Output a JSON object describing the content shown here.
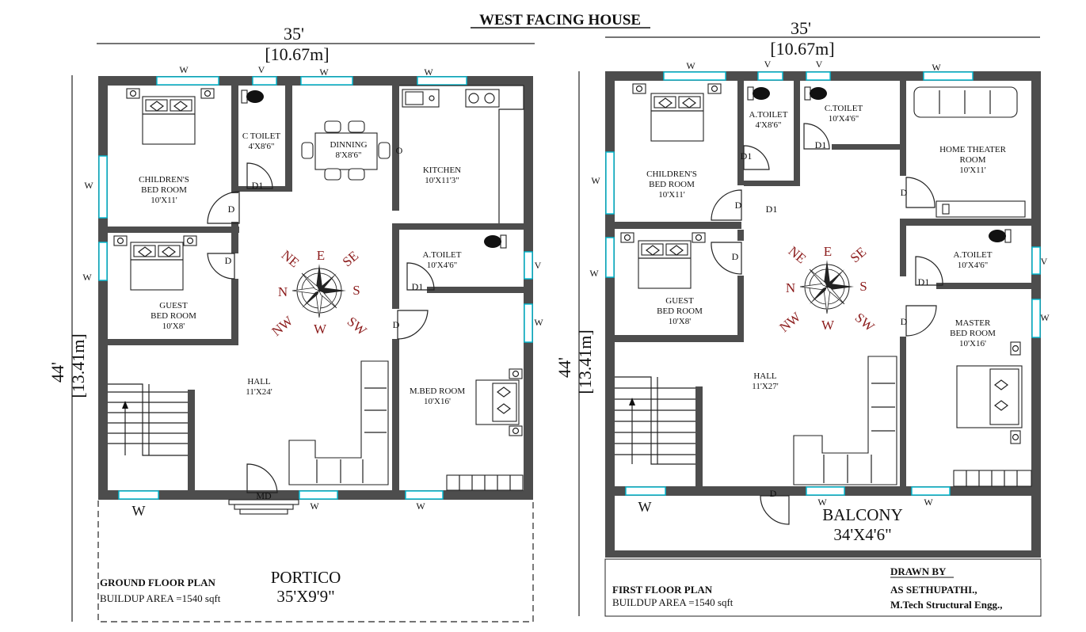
{
  "title": "WEST FACING HOUSE",
  "ground": {
    "width_dim": "35'",
    "width_dim_m": "[10.67m]",
    "depth_dim": "44'",
    "depth_dim_m": "[13.41m]",
    "rooms": {
      "children_name1": "CHILDREN'S",
      "children_name2": "BED ROOM",
      "children_size": "10'X11'",
      "ctoilet_name": "C TOILET",
      "ctoilet_size": "4'X8'6\"",
      "dinning_name": "DINNING",
      "dinning_size": "8'X8'6\"",
      "kitchen_name": "KITCHEN",
      "kitchen_size": "10'X11'3\"",
      "atoilet_name": "A.TOILET",
      "atoilet_size": "10'X4'6\"",
      "guest_name1": "GUEST",
      "guest_name2": "BED ROOM",
      "guest_size": "10'X8'",
      "hall_name": "HALL",
      "hall_size": "11'X24'",
      "mbed_name": "M.BED ROOM",
      "mbed_size": "10'X16'"
    },
    "labels": {
      "w": "W",
      "v": "V",
      "d": "D",
      "d1": "D1",
      "md": "MD",
      "o": "O"
    },
    "portico_name": "PORTICO",
    "portico_size": "35'X9'9\"",
    "plan_title": "GROUND FLOOR PLAN",
    "plan_area": "BUILDUP AREA =1540 sqft"
  },
  "first": {
    "width_dim": "35'",
    "width_dim_m": "[10.67m]",
    "depth_dim": "44'",
    "depth_dim_m": "[13.41m]",
    "rooms": {
      "children_name1": "CHILDREN'S",
      "children_name2": "BED ROOM",
      "children_size": "10'X11'",
      "atoilet1_name": "A.TOILET",
      "atoilet1_size": "4'X8'6\"",
      "ctoilet_name": "C.TOILET",
      "ctoilet_size": "10'X4'6\"",
      "theater_name1": "HOME THEATER",
      "theater_name2": "ROOM",
      "theater_size": "10'X11'",
      "guest_name1": "GUEST",
      "guest_name2": "BED ROOM",
      "guest_size": "10'X8'",
      "atoilet2_name": "A.TOILET",
      "atoilet2_size": "10'X4'6\"",
      "master_name1": "MASTER",
      "master_name2": "BED ROOM",
      "master_size": "10'X16'",
      "hall_name": "HALL",
      "hall_size": "11'X27'"
    },
    "balcony_name": "BALCONY",
    "balcony_size": "34'X4'6\"",
    "plan_title": "FIRST FLOOR PLAN",
    "plan_area": "BUILDUP AREA =1540 sqft",
    "drawn_by": "DRAWN BY",
    "author": "AS SETHUPATHI.,",
    "author_qual": "M.Tech Structural Engg.,"
  },
  "compass": {
    "n": "N",
    "s": "S",
    "e": "E",
    "w": "W",
    "ne": "NE",
    "se": "SE",
    "nw": "NW",
    "sw": "SW"
  }
}
